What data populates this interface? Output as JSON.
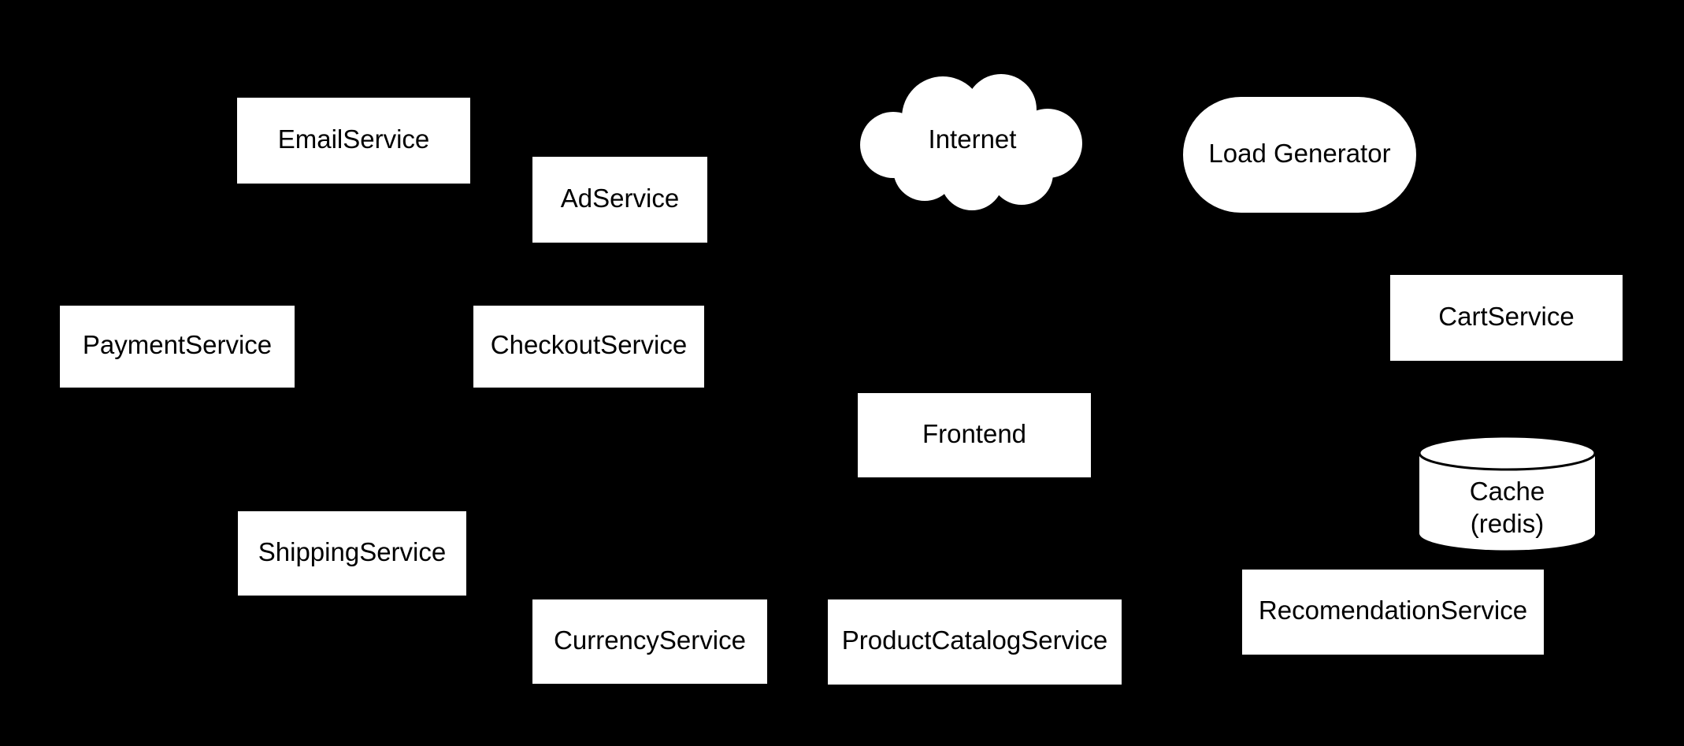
{
  "diagram": {
    "background_color": "#000000",
    "node_fill_color": "#ffffff",
    "node_text_color": "#000000",
    "nodes": {
      "email": {
        "label": "EmailService",
        "shape": "rectangle"
      },
      "ad": {
        "label": "AdService",
        "shape": "rectangle"
      },
      "internet": {
        "label": "Internet",
        "shape": "cloud"
      },
      "load_generator": {
        "label": "Load Generator",
        "shape": "pill"
      },
      "payment": {
        "label": "PaymentService",
        "shape": "rectangle"
      },
      "checkout": {
        "label": "CheckoutService",
        "shape": "rectangle"
      },
      "cart": {
        "label": "CartService",
        "shape": "rectangle"
      },
      "frontend": {
        "label": "Frontend",
        "shape": "rectangle"
      },
      "cache": {
        "label": "Cache\n(redis)",
        "shape": "cylinder"
      },
      "shipping": {
        "label": "ShippingService",
        "shape": "rectangle"
      },
      "currency": {
        "label": "CurrencyService",
        "shape": "rectangle"
      },
      "product_catalog": {
        "label": "ProductCatalogService",
        "shape": "rectangle"
      },
      "recommendation": {
        "label": "RecomendationService",
        "shape": "rectangle"
      }
    }
  }
}
